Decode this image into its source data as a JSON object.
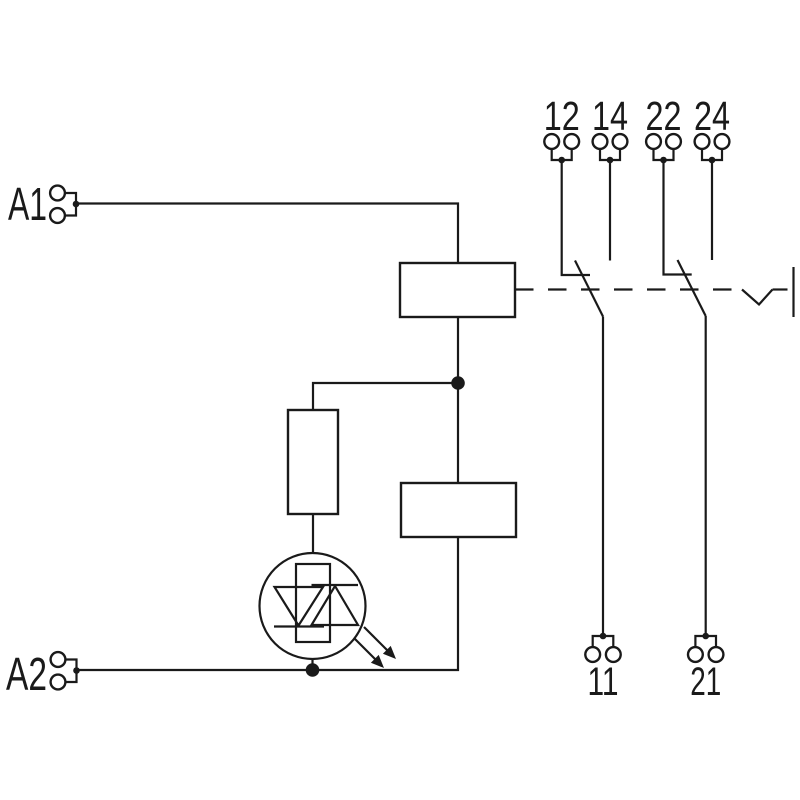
{
  "diagram": {
    "kind": "relay-wiring-schematic",
    "background": "#ffffff",
    "line_color": "#1a1a1a"
  },
  "terminals": {
    "a1": {
      "label": "A1"
    },
    "a2": {
      "label": "A2"
    },
    "top": [
      {
        "label": "12"
      },
      {
        "label": "14"
      },
      {
        "label": "22"
      },
      {
        "label": "24"
      }
    ],
    "bottom": [
      {
        "label": "11"
      },
      {
        "label": "21"
      }
    ]
  },
  "components": {
    "coil": "relay-coil-box",
    "resistor": "series-resistor-box",
    "protection": "protection-module-box",
    "indicator": "bidirectional-led-indicator",
    "contact_1": "changeover-contact-12-14-11",
    "contact_2": "changeover-contact-22-24-21",
    "link": "mechanical-link-dashed",
    "actuator": "manual-test-actuator"
  }
}
